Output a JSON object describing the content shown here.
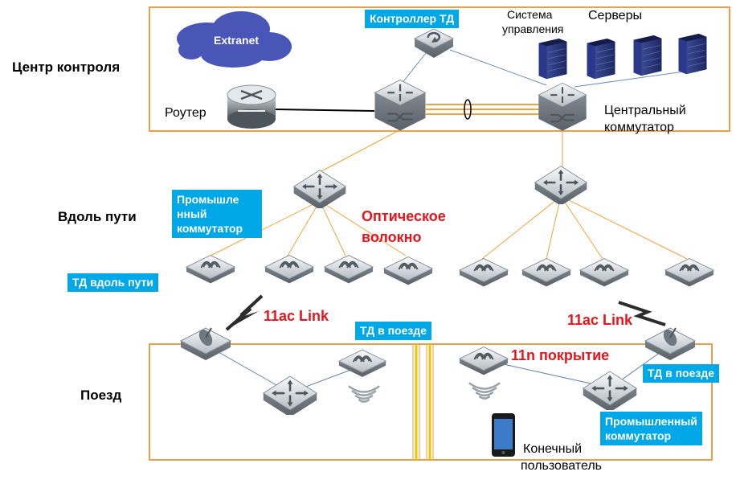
{
  "sections": {
    "control_center": "Центр контроля",
    "trackside": "Вдоль пути",
    "train": "Поезд"
  },
  "labels": {
    "extranet": "Extranet",
    "router": "Роутер",
    "ap_controller": "Контроллер ТД",
    "management_system_line1": "Система",
    "management_system_line2": "управления",
    "servers": "Серверы",
    "core_switch_line1": "Центральный",
    "core_switch_line2": "коммутатор",
    "industrial_switch_line1": "Промышле",
    "industrial_switch_line2": "нный",
    "industrial_switch_line3": "коммутатор",
    "fiber_line1": "Оптическое",
    "fiber_line2": "волокно",
    "trackside_ap": "ТД вдоль пути",
    "link_11ac_left": "11ac Link",
    "link_11ac_right": "11ac Link",
    "train_ap_center": "ТД в поезде",
    "coverage_11n": "11n покрытие",
    "train_ap_right": "ТД в поезде",
    "train_switch_line1": "Промышленный",
    "train_switch_line2": "коммутатор",
    "end_user_line1": "Конечный",
    "end_user_line2": "пользователь"
  },
  "colors": {
    "frame_orange": "#e9a04e",
    "fiber_orange": "#f2a23a",
    "trunk_yellow": "#f2c400",
    "train_link_blue": "#5a7fae",
    "tag_blue": "#00a8e8",
    "highlight_red": "#e8141b",
    "cloud_blue": "#4a55b8",
    "server_navy": "#23306e"
  },
  "icons": {
    "cloud": "cloud-icon",
    "router": "router-icon",
    "switch": "switch-icon",
    "access_point": "access-point-icon",
    "directional_antenna": "directional-antenna-icon",
    "server": "server-icon",
    "controller": "controller-icon",
    "wifi_waves": "wifi-waves-icon",
    "lightning": "lightning-icon",
    "smartphone": "smartphone-icon"
  }
}
